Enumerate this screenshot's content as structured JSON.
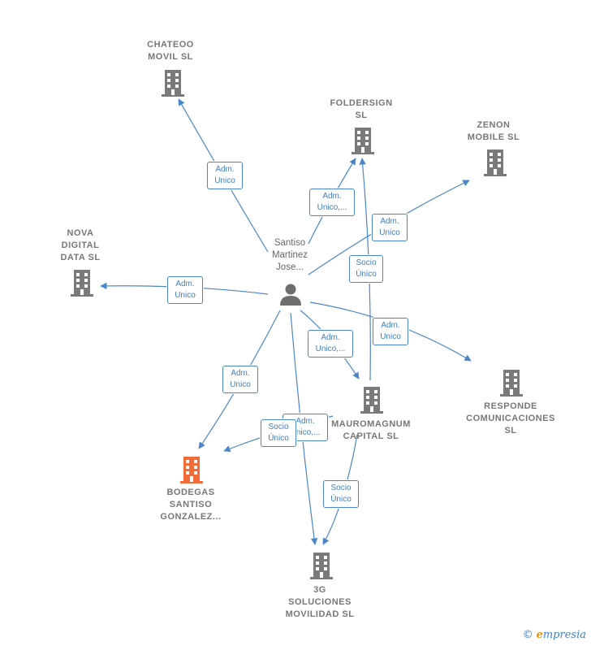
{
  "colors": {
    "edge": "#4a86c8",
    "building": "#7a7a7a",
    "building_highlight": "#f26b38",
    "person": "#6e6e6e"
  },
  "person": {
    "label": "Santiso\nMartinez\nJose...",
    "icon": "person-icon"
  },
  "companies": [
    {
      "id": "chateoo",
      "label": "CHATEOO\nMOVIL SL",
      "icon": "building-icon"
    },
    {
      "id": "foldersign",
      "label": "FOLDERSIGN\nSL",
      "icon": "building-icon"
    },
    {
      "id": "zenon",
      "label": "ZENON\nMOBILE SL",
      "icon": "building-icon"
    },
    {
      "id": "nova",
      "label": "NOVA\nDIGITAL\nDATA  SL",
      "icon": "building-icon"
    },
    {
      "id": "responde",
      "label": "RESPONDE\nCOMUNICACIONES\nSL",
      "icon": "building-icon"
    },
    {
      "id": "mauromagnum",
      "label": "MAUROMAGNUM\nCAPITAL  SL",
      "icon": "building-icon"
    },
    {
      "id": "bodegas",
      "label": "BODEGAS\nSANTISO\nGONZALEZ...",
      "icon": "building-icon",
      "highlight": true
    },
    {
      "id": "3g",
      "label": "3G\nSOLUCIONES\nMOVILIDAD SL",
      "icon": "building-icon"
    }
  ],
  "edge_labels": [
    {
      "id": "e-chateoo",
      "text": "Adm.\nUnico"
    },
    {
      "id": "e-foldersign",
      "text": "Adm.\nUnico,..."
    },
    {
      "id": "e-zenon",
      "text": "Adm.\nUnico"
    },
    {
      "id": "e-mauro-folder",
      "text": "Socio\nÚnico"
    },
    {
      "id": "e-nova",
      "text": "Adm.\nUnico"
    },
    {
      "id": "e-responde",
      "text": "Adm.\nUnico"
    },
    {
      "id": "e-mauro",
      "text": "Adm.\nUnico,..."
    },
    {
      "id": "e-bodegas",
      "text": "Adm.\nUnico"
    },
    {
      "id": "e-3g",
      "text": "Adm.\nUnico,..."
    },
    {
      "id": "e-mauro-bodegas",
      "text": "Socio\nÚnico"
    },
    {
      "id": "e-mauro-3g",
      "text": "Socio\nÚnico"
    }
  ],
  "brand": {
    "copyright": "©",
    "first_letter": "e",
    "rest": "mpresia"
  }
}
